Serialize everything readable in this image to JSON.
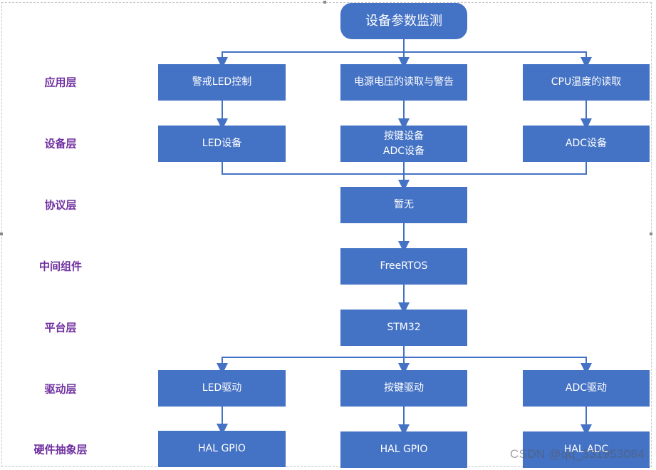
{
  "diagram": {
    "title": "设备参数监测",
    "layers": [
      {
        "label": "应用层",
        "nodes": [
          "警戒LED控制",
          "电源电压的读取与警告",
          "CPU温度的读取"
        ]
      },
      {
        "label": "设备层",
        "nodes": [
          "LED设备",
          "按键设备\nADC设备",
          "ADC设备"
        ]
      },
      {
        "label": "协议层",
        "nodes": [
          "暂无"
        ]
      },
      {
        "label": "中间组件",
        "nodes": [
          "FreeRTOS"
        ]
      },
      {
        "label": "平台层",
        "nodes": [
          "STM32"
        ]
      },
      {
        "label": "驱动层",
        "nodes": [
          "LED驱动",
          "按键驱动",
          "ADC驱动"
        ]
      },
      {
        "label": "硬件抽象层",
        "nodes": [
          "HAL GPIO",
          "HAL GPIO",
          "HAL ADC"
        ]
      }
    ],
    "colors": {
      "node_fill": "#4472c4",
      "node_text": "#ffffff",
      "label_text": "#7030a0",
      "connector": "#4472c4"
    }
  },
  "watermark": "CSDN @qq_331953084"
}
